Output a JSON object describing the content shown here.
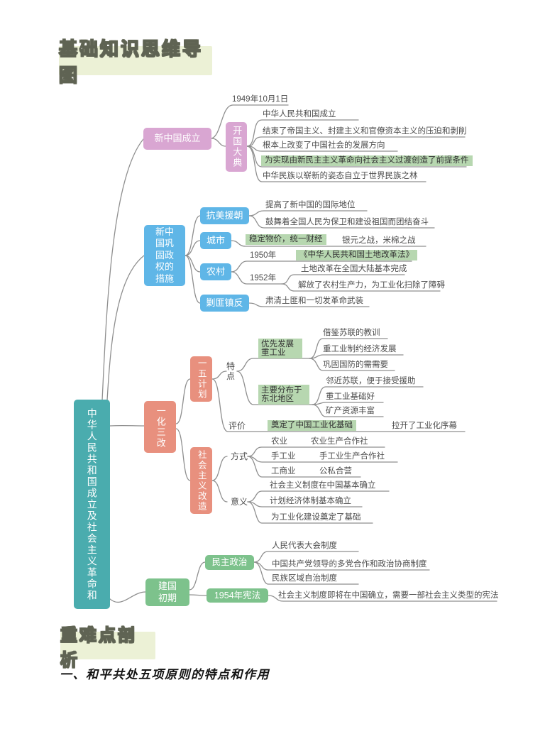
{
  "header": {
    "badge": "基础知识思维导图"
  },
  "section2": {
    "badge": "重难点剖析",
    "heading": "一、和平共处五项原则的特点和作用"
  },
  "colors": {
    "root_teal": "#4aacae",
    "branch_pink": "#d9a6d2",
    "branch_blue": "#5fb6e7",
    "branch_salmon": "#e8907e",
    "branch_green": "#7dc28c",
    "highlight_green": "#b7d7b0",
    "badge_bg": "#ecf1d6",
    "connector": "#8f8f8f"
  },
  "mindmap": {
    "root": {
      "label": "中华人民共和国成立及社会主义革命和"
    },
    "b1": {
      "label": "新中国成立",
      "sub": "开国大典",
      "date": "1949年10月1日",
      "leaves": [
        "中华人民共和国成立",
        "结束了帝国主义、封建主义和官僚资本主义的压迫和剥削",
        "根本上改变了中国社会的发展方向",
        "为实现由新民主主义革命向社会主义过渡创造了前提条件",
        "中华民族以崭新的姿态自立于世界民族之林"
      ]
    },
    "b2": {
      "label": "新中国巩固政权的措施",
      "kangmei": {
        "label": "抗美援朝",
        "leaves": [
          "提高了新中国的国际地位",
          "鼓舞着全国人民为保卫和建设祖国而团结奋斗"
        ]
      },
      "city": {
        "label": "城市",
        "highlight": "稳定物价，统一财经",
        "note": "银元之战，米棉之战"
      },
      "rural": {
        "label": "农村",
        "year1": "1950年",
        "law": "《中华人民共和国土地改革法》",
        "leaf1": "土地改革在全国大陆基本完成",
        "year2": "1952年",
        "leaf2": "解放了农村生产力，为工业化扫除了障碍"
      },
      "suppress": {
        "label": "剿匪镇反",
        "leaf": "肃清土匪和一切发革命武装"
      }
    },
    "b3": {
      "label": "一化三改",
      "plan": {
        "label": "一五计划",
        "tedian": {
          "label": "特点",
          "heavy": {
            "label": "优先发展重工业",
            "leaves": [
              "借鉴苏联的教训",
              "重工业制约经济发展",
              "巩固国防的需需要"
            ]
          },
          "northeast": {
            "label": "主要分布于东北地区",
            "leaves": [
              "邻近苏联，便于接受援助",
              "重工业基础好",
              "矿产资源丰富"
            ]
          }
        },
        "pingjia": {
          "label": "评价",
          "highlight": "奠定了中国工业化基础",
          "note": "拉开了工业化序幕"
        }
      },
      "reform": {
        "label": "社会主义改造",
        "fangshi": {
          "label": "方式",
          "rows": [
            {
              "k": "农业",
              "v": "农业生产合作社"
            },
            {
              "k": "手工业",
              "v": "手工业生产合作社"
            },
            {
              "k": "工商业",
              "v": "公私合营"
            }
          ]
        },
        "yiyi": {
          "label": "意义",
          "leaves": [
            "社会主义制度在中国基本确立",
            "计划经济体制基本确立",
            "为工业化建设奠定了基础"
          ]
        }
      }
    },
    "b4": {
      "label": "建国初期",
      "democracy": {
        "label": "民主政治",
        "leaves": [
          "人民代表大会制度",
          "中国共产党领导的多党合作和政治协商制度",
          "民族区域自治制度"
        ]
      },
      "constitution": {
        "label": "1954年宪法",
        "leaf": "社会主义制度即将在中国确立，需要一部社会主义类型的宪法"
      }
    }
  }
}
